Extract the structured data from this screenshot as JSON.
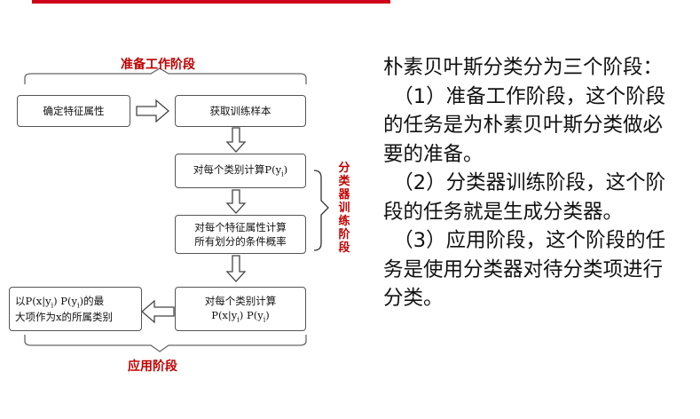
{
  "stages": {
    "prepare": "准备工作阶段",
    "train": "分类器训练阶段",
    "apply": "应用阶段"
  },
  "boxes": {
    "features": "确定特征属性",
    "samples": "获取训练样本",
    "prior_prefix": "对每个类别计算P(y",
    "prior_sub": "i",
    "prior_suffix": ")",
    "cond_line1": "对每个特征属性计算",
    "cond_line2": "所有划分的条件概率",
    "post_line1": "对每个类别计算",
    "post_line2_a": "P(x|y",
    "post_line2_b": "i",
    "post_line2_c": ") P(y",
    "post_line2_d": "i",
    "post_line2_e": ")",
    "result_line1_a": "以P(x|y",
    "result_line1_b": "i",
    "result_line1_c": ") P(y",
    "result_line1_d": "i",
    "result_line1_e": ")的最",
    "result_line2": "大项作为x的所属类别"
  },
  "explanation": {
    "intro": "朴素贝叶斯分类分为三个阶段：",
    "p1": "（1）准备工作阶段，这个阶段的任务是为朴素贝叶斯分类做必要的准备。",
    "p2": "（2）分类器训练阶段，这个阶段的任务就是生成分类器。",
    "p3": "（3）应用阶段，这个阶段的任务是使用分类器对待分类项进行分类。"
  },
  "colors": {
    "accent": "#c00000",
    "top_bar": "#d0021b",
    "box_border": "#555555"
  }
}
